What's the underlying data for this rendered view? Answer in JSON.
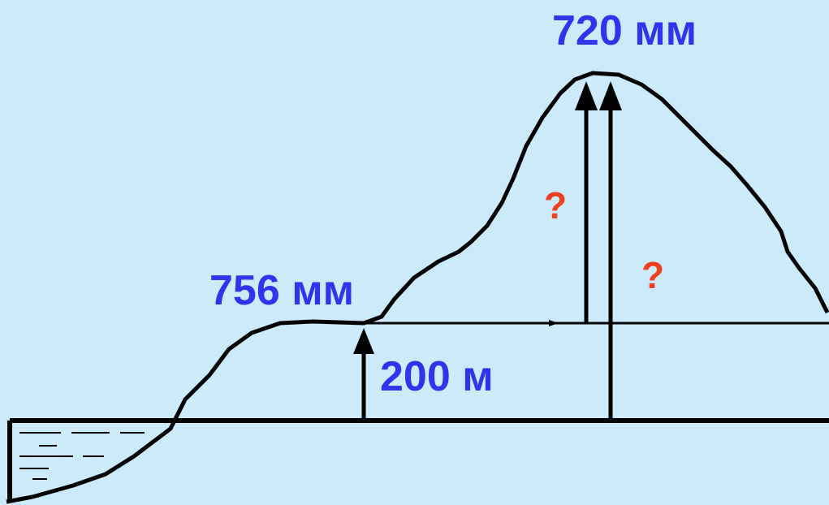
{
  "labels": {
    "summit_pressure": "720 мм",
    "base_pressure": "756 мм",
    "base_height": "200 м",
    "question_left": "?",
    "question_right": "?"
  },
  "colors": {
    "background": "#cdeafb",
    "value_text": "#3333ee",
    "question_text": "#ee3f1f",
    "lines": "#000000"
  }
}
